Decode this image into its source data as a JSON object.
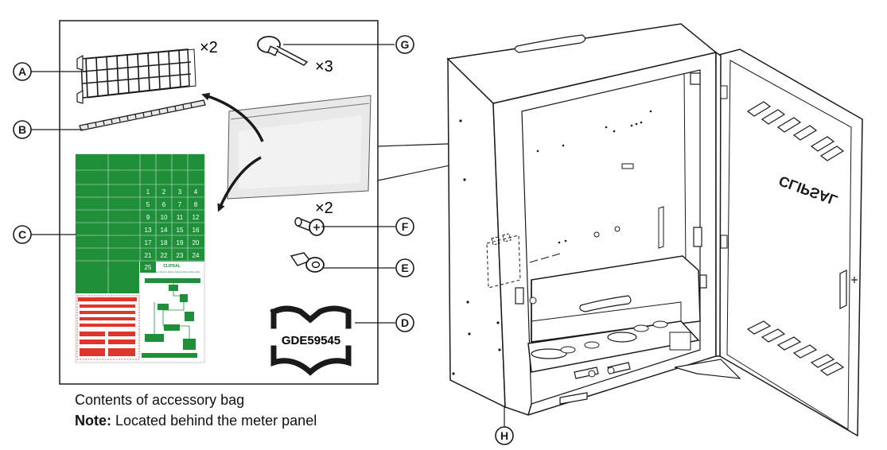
{
  "callouts": {
    "a": "A",
    "b": "B",
    "c": "C",
    "d": "D",
    "e": "E",
    "f": "F",
    "g": "G",
    "h": "H"
  },
  "quantities": {
    "a": "×2",
    "g": "×3",
    "f": "×2"
  },
  "manual_code": "GDE59545",
  "label_sheet": {
    "rows": [
      [
        "1",
        "2",
        "3",
        "4"
      ],
      [
        "5",
        "6",
        "7",
        "8"
      ],
      [
        "9",
        "10",
        "11",
        "12"
      ],
      [
        "13",
        "14",
        "15",
        "16"
      ],
      [
        "17",
        "18",
        "19",
        "20"
      ],
      [
        "21",
        "22",
        "23",
        "24"
      ],
      [
        "25"
      ]
    ],
    "brand": "CLIPSAL",
    "fault_title": "Residual Current Devices (Safety Switch) Fault Finding guide"
  },
  "door_logo": "CLIPSAL",
  "caption": {
    "line1": "Contents of accessory bag",
    "note_label": "Note:",
    "note_text": "Located behind the meter panel"
  },
  "colors": {
    "label_green": "#1f8f3a",
    "label_red": "#e0352b",
    "line": "#1a1a1a"
  }
}
